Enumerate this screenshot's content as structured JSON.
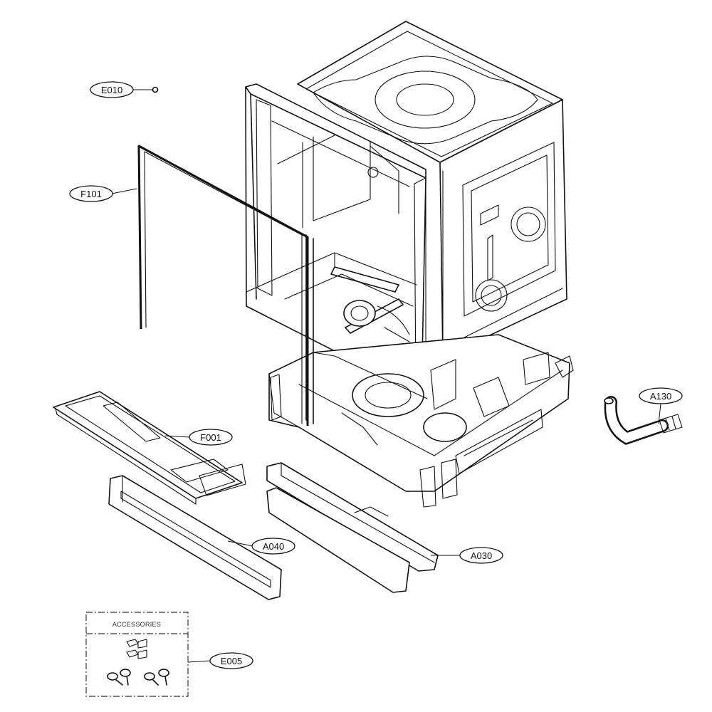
{
  "callouts": {
    "e010": "E010",
    "f101": "F101",
    "f001": "F001",
    "a040": "A040",
    "a030": "A030",
    "a130": "A130",
    "e005": "E005"
  },
  "accessories": {
    "title": "ACCESSORIES"
  }
}
